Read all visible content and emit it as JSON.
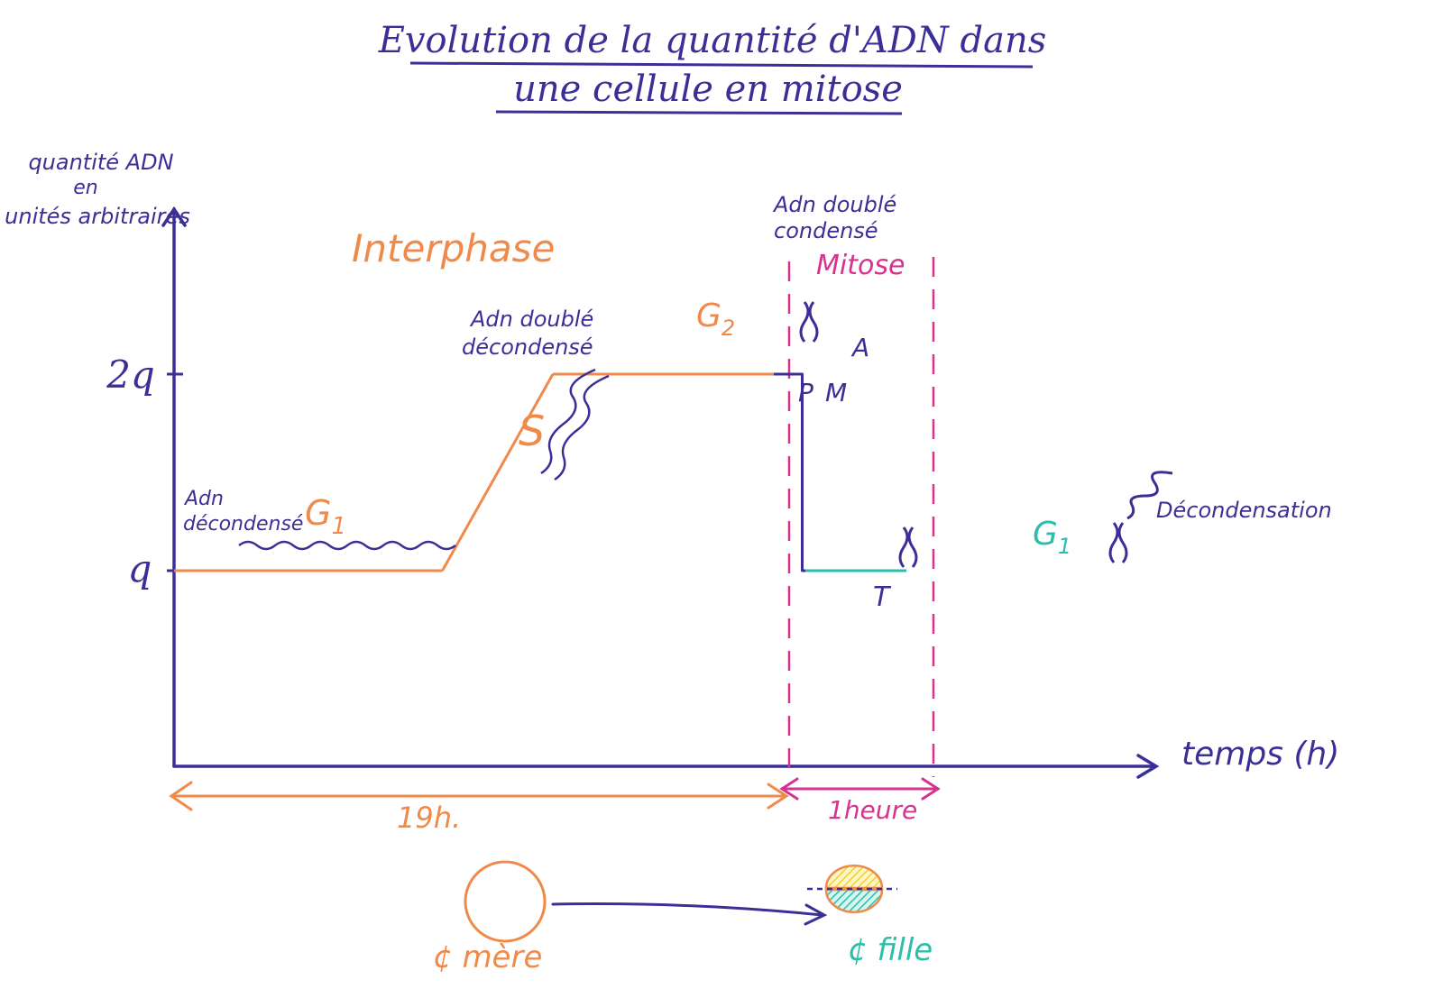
{
  "chart_data": {
    "type": "line",
    "title_line1": "Evolution de la quantité d'ADN dans",
    "title_line2": "une cellule en mitose",
    "ylabel_line1": "quantité ADN",
    "ylabel_line2": "en",
    "ylabel_line3": "unités arbitraires",
    "xlabel": "temps (h)",
    "y_ticks": [
      "2q",
      "q"
    ],
    "y_tick_values": [
      2,
      1
    ],
    "series": [
      {
        "segments": [
          {
            "x": [
              0,
              8.5
            ],
            "y": [
              1,
              1
            ],
            "color": "#f08a4b"
          },
          {
            "x": [
              8.5,
              12
            ],
            "y": [
              1,
              2
            ],
            "color": "#f08a4b"
          },
          {
            "x": [
              12,
              19
            ],
            "y": [
              2,
              2
            ],
            "color": "#f08a4b"
          },
          {
            "x": [
              19,
              19.9,
              19.9,
              20
            ],
            "y": [
              2,
              2,
              1,
              1
            ],
            "color": "#3b2f97"
          },
          {
            "x": [
              20,
              23.2
            ],
            "y": [
              1,
              1
            ],
            "color": "#2bbfa9"
          }
        ]
      }
    ],
    "phases": {
      "interphase": "Interphase",
      "g1": "G",
      "g1_sub": "1",
      "s": "S",
      "g2": "G",
      "g2_sub": "2",
      "mitose": "Mitose",
      "g1_after": "G",
      "g1_after_sub": "1"
    },
    "annotations": {
      "g1_dna_1": "Adn",
      "g1_dna_2": "décondensé",
      "s_dna_1": "Adn doublé",
      "s_dna_2": "décondensé",
      "m_dna_1": "Adn doublé",
      "m_dna_2": "condensé",
      "p": "P",
      "m": "M",
      "a": "A",
      "t": "T",
      "decondensation": "Décondensation"
    },
    "durations": {
      "interphase": "19h.",
      "mitose": "1heure"
    },
    "cells": {
      "mother": "¢ mère",
      "daughter": "¢ fille"
    },
    "colors": {
      "ink": "#3b2f97",
      "orange": "#f08a4b",
      "pink": "#d6338e",
      "teal": "#2bbfa9",
      "yellow": "#f2d22e"
    }
  }
}
